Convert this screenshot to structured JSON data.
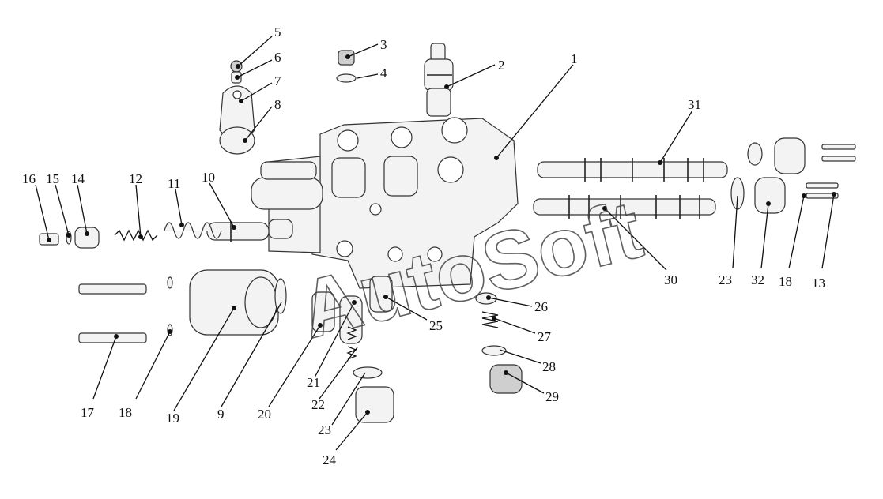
{
  "watermark": "AutoSoft",
  "callouts": [
    {
      "id": "c5",
      "label": "5"
    },
    {
      "id": "c6",
      "label": "6"
    },
    {
      "id": "c7",
      "label": "7"
    },
    {
      "id": "c8",
      "label": "8"
    },
    {
      "id": "c3",
      "label": "3"
    },
    {
      "id": "c4",
      "label": "4"
    },
    {
      "id": "c2",
      "label": "2"
    },
    {
      "id": "c1",
      "label": "1"
    },
    {
      "id": "c31",
      "label": "31"
    },
    {
      "id": "c16",
      "label": "16"
    },
    {
      "id": "c15",
      "label": "15"
    },
    {
      "id": "c14",
      "label": "14"
    },
    {
      "id": "c12",
      "label": "12"
    },
    {
      "id": "c11",
      "label": "11"
    },
    {
      "id": "c10",
      "label": "10"
    },
    {
      "id": "c23a",
      "label": "23"
    },
    {
      "id": "c32",
      "label": "32"
    },
    {
      "id": "c18a",
      "label": "18"
    },
    {
      "id": "c13",
      "label": "13"
    },
    {
      "id": "c30",
      "label": "30"
    },
    {
      "id": "c26",
      "label": "26"
    },
    {
      "id": "c27",
      "label": "27"
    },
    {
      "id": "c28",
      "label": "28"
    },
    {
      "id": "c29",
      "label": "29"
    },
    {
      "id": "c25",
      "label": "25"
    },
    {
      "id": "c21",
      "label": "21"
    },
    {
      "id": "c22",
      "label": "22"
    },
    {
      "id": "c23b",
      "label": "23"
    },
    {
      "id": "c24",
      "label": "24"
    },
    {
      "id": "c20",
      "label": "20"
    },
    {
      "id": "c9",
      "label": "9"
    },
    {
      "id": "c19",
      "label": "19"
    },
    {
      "id": "c18b",
      "label": "18"
    },
    {
      "id": "c17",
      "label": "17"
    }
  ]
}
